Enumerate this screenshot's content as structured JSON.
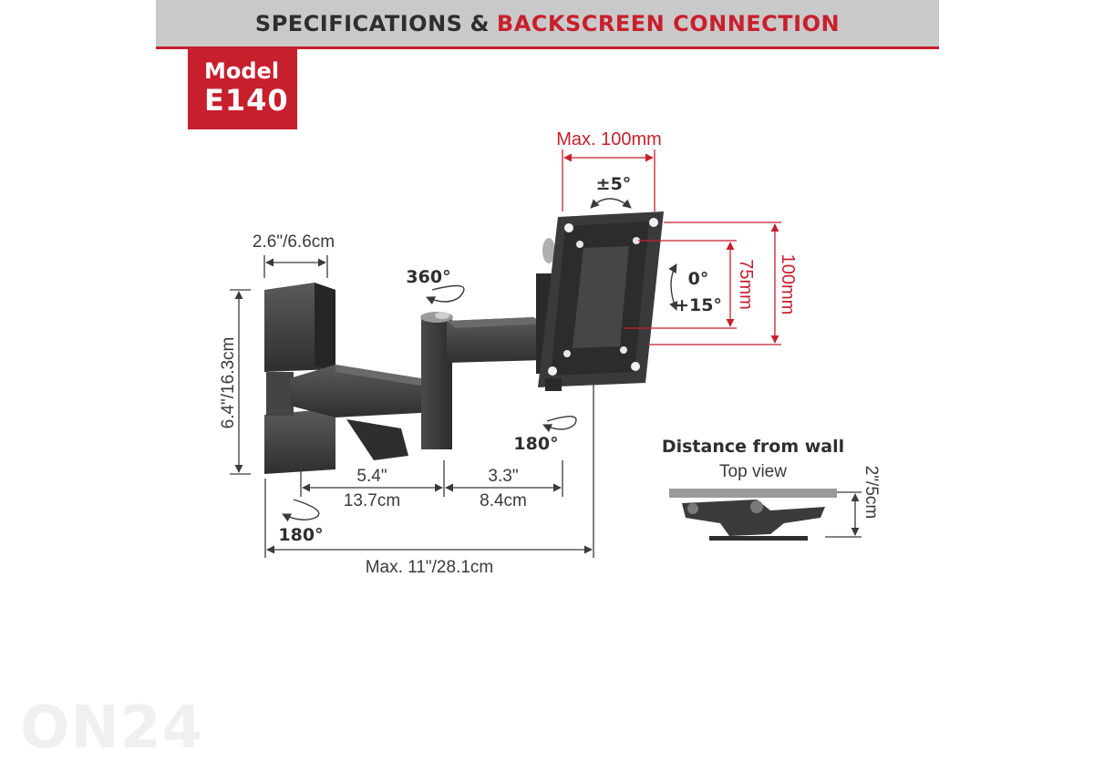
{
  "header": {
    "title_part1": "SPECIFICATIONS",
    "title_amp": "&",
    "title_part2": "BACKSCREEN CONNECTION"
  },
  "model": {
    "label": "Model",
    "name": "E140"
  },
  "dimensions": {
    "plate_width": "2.6\"/6.6cm",
    "plate_height": "6.4\"/16.3cm",
    "arm1_in": "5.4\"",
    "arm1_cm": "13.7cm",
    "arm2_in": "3.3\"",
    "arm2_cm": "8.4cm",
    "max_extension": "Max. 11\"/28.1cm",
    "vesa_max": "Max. 100mm",
    "vesa_75": "75mm",
    "vesa_100": "100mm"
  },
  "angles": {
    "tilt_side": "±5°",
    "swivel_arm": "360°",
    "tilt_down": "0°",
    "tilt_up": "+15°",
    "swivel_head": "180°",
    "swivel_wall": "180°"
  },
  "distance": {
    "title": "Distance from wall",
    "subtitle": "Top view",
    "value": "2\"/5cm"
  },
  "watermark": "ON24",
  "colors": {
    "accent": "#c81f2d",
    "header_bg": "#c9c9c9",
    "product": "#3b3b3b"
  }
}
